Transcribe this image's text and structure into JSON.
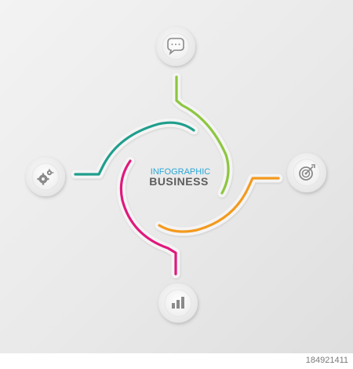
{
  "infographic": {
    "title": "INFOGRAPHIC",
    "subtitle": "BUSINESS"
  },
  "footer": {
    "image_id": "184921411"
  },
  "nodes": [
    {
      "id": "chat",
      "icon": "chat-bubble-icon"
    },
    {
      "id": "settings",
      "icon": "gears-icon"
    },
    {
      "id": "target",
      "icon": "target-icon"
    },
    {
      "id": "chart",
      "icon": "bar-chart-icon"
    }
  ],
  "colors": {
    "green": "#8dc63f",
    "teal": "#1f9e8c",
    "magenta": "#e0197d",
    "orange": "#f39a1e",
    "title_blue": "#2aa7d6",
    "icon_gray": "#8a8a8a"
  }
}
